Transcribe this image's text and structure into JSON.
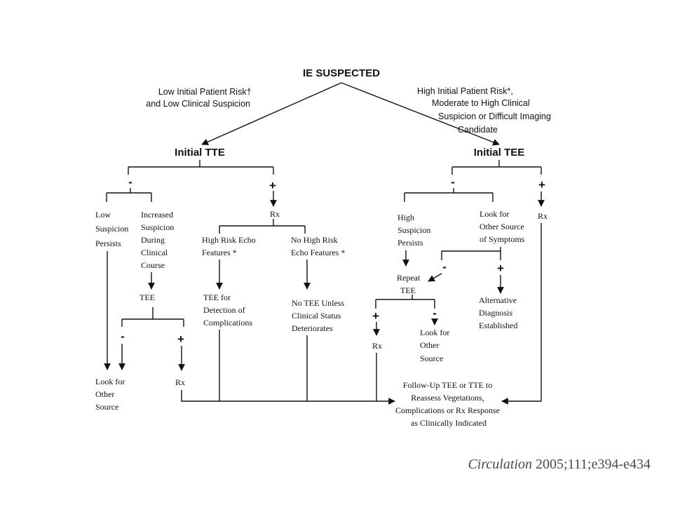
{
  "root": "IE SUSPECTED",
  "left_criteria": [
    "Low Initial Patient Risk†",
    "and Low Clinical Suspicion"
  ],
  "right_criteria": [
    "High Initial Patient Risk*,",
    "Moderate to High Clinical",
    "Suspicion or Difficult Imaging",
    "Candidate"
  ],
  "initial_tte": "Initial TTE",
  "initial_tee": "Initial TEE",
  "minus": "-",
  "plus": "+",
  "rx": "Rx",
  "low_suspicion": [
    "Low",
    "Suspicion",
    "Persists"
  ],
  "increased_suspicion": [
    "Increased",
    "Suspicion",
    "During",
    "Clinical",
    "Course"
  ],
  "tee": "TEE",
  "high_risk_echo": [
    "High Risk Echo",
    "Features *"
  ],
  "no_high_risk_echo": [
    "No High Risk",
    "Echo Features *"
  ],
  "tee_detection": [
    "TEE for",
    "Detection of",
    "Complications"
  ],
  "no_tee_unless": [
    "No TEE Unless",
    "Clinical Status",
    "Deteriorates"
  ],
  "look_other_source": [
    "Look for",
    "Other",
    "Source"
  ],
  "high_suspicion": [
    "High",
    "Suspicion",
    "Persists"
  ],
  "look_other_symptoms": [
    "Look for",
    "Other Source",
    "of Symptoms"
  ],
  "repeat_tee": [
    "Repeat",
    "TEE"
  ],
  "alt_diagnosis": [
    "Alternative",
    "Diagnosis",
    "Established"
  ],
  "follow_up": [
    "Follow-Up TEE or TTE to",
    "Reassess Vegetations,",
    "Complications or Rx Response",
    "as Clinically Indicated"
  ],
  "citation": {
    "journal": "Circulation",
    "details": " 2005;111;e394-e434"
  }
}
